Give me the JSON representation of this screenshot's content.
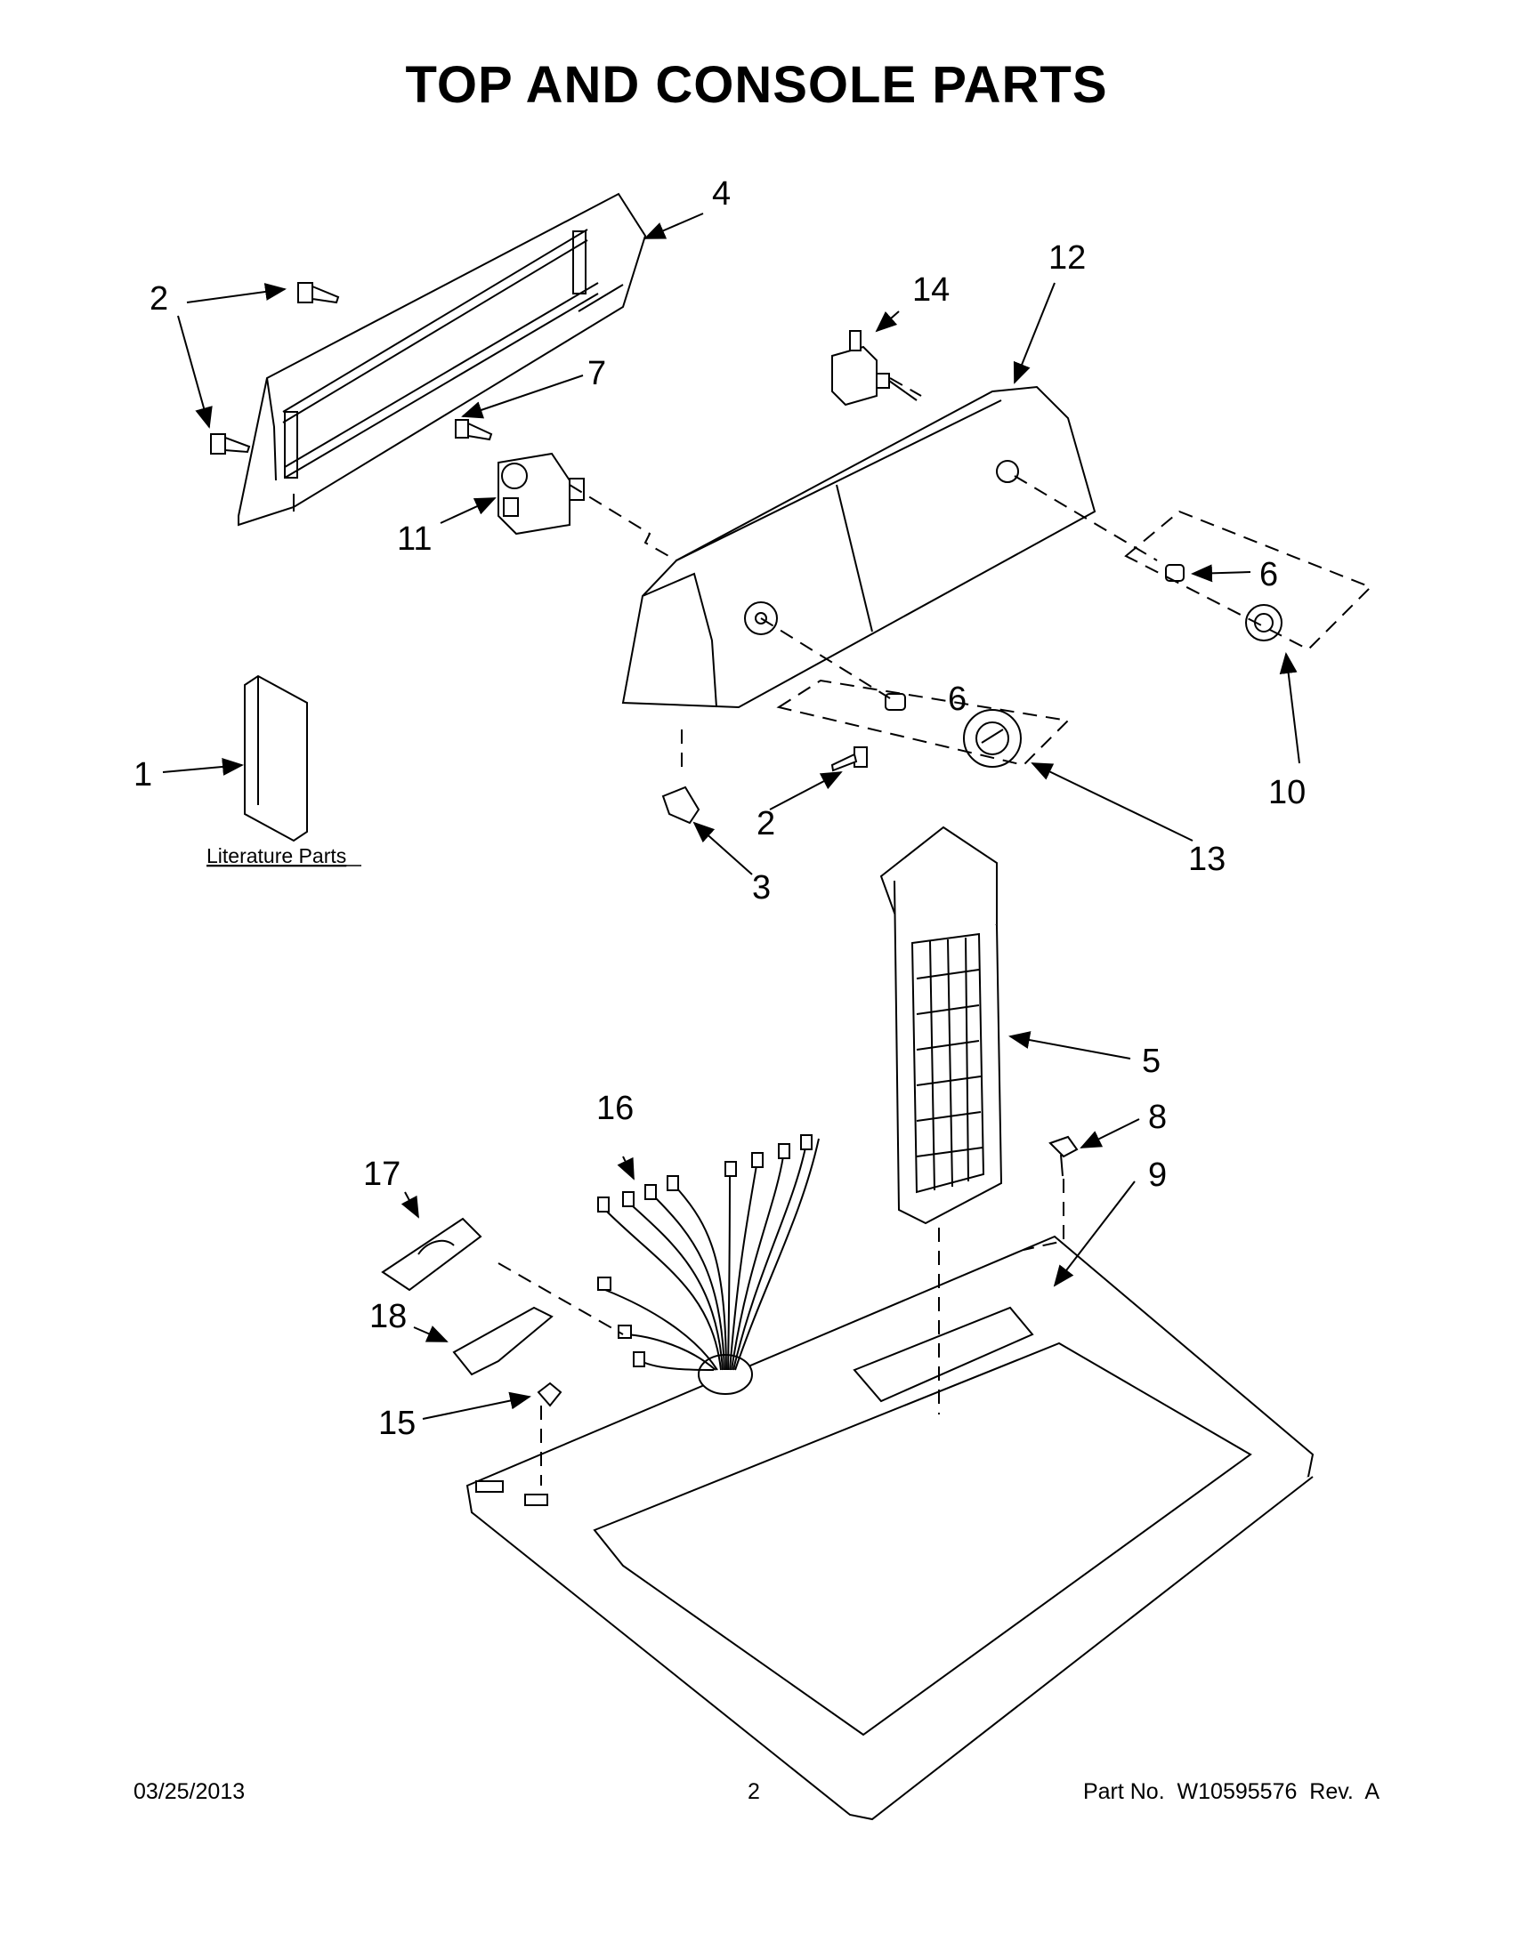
{
  "page": {
    "title": "TOP AND CONSOLE PARTS"
  },
  "callouts": {
    "c1": "1",
    "c2a": "2",
    "c2b": "2",
    "c3": "3",
    "c4": "4",
    "c5": "5",
    "c6a": "6",
    "c6b": "6",
    "c7": "7",
    "c8": "8",
    "c9": "9",
    "c10": "10",
    "c11": "11",
    "c12": "12",
    "c13": "13",
    "c14": "14",
    "c15": "15",
    "c16": "16",
    "c17": "17",
    "c18": "18"
  },
  "literature": {
    "label": "Literature Parts"
  },
  "footer": {
    "date": "03/25/2013",
    "page_number": "2",
    "part_number": "Part No.  W10595576  Rev.  A"
  }
}
